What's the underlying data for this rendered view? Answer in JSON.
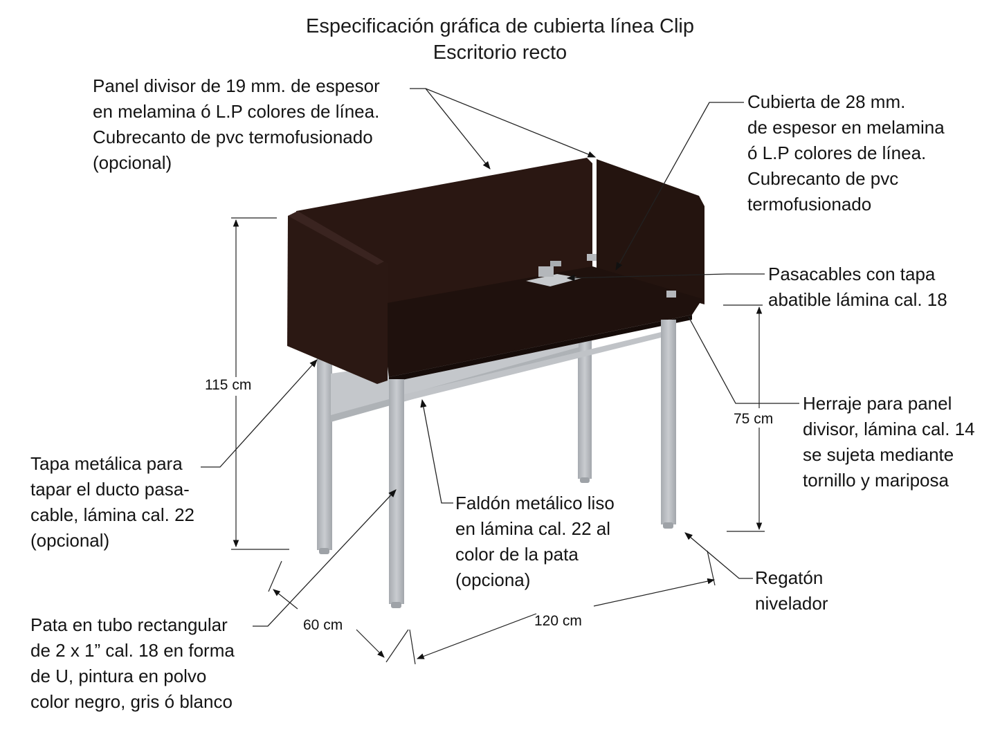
{
  "title": {
    "line1": "Especificación gráfica de cubierta línea Clip",
    "line2": "Escritorio recto"
  },
  "annotations": {
    "panel_divisor": {
      "lines": [
        "Panel divisor de 19 mm. de espesor",
        "en melamina ó L.P colores de línea.",
        "Cubrecanto de pvc termofusionado",
        "(opcional)"
      ]
    },
    "cubierta": {
      "lines": [
        "Cubierta de 28 mm.",
        "de espesor en melamina",
        "ó L.P colores de línea.",
        "Cubrecanto de pvc",
        "termofusionado"
      ]
    },
    "pasacables": {
      "lines": [
        "Pasacables con tapa",
        "abatible lámina cal. 18"
      ]
    },
    "herraje": {
      "lines": [
        "Herraje para panel",
        "divisor, lámina cal. 14",
        "se sujeta mediante",
        "tornillo y mariposa"
      ]
    },
    "tapa_metalica": {
      "lines": [
        "Tapa metálica para",
        "tapar el ducto pasa-",
        "cable, lámina cal. 22",
        "(opcional)"
      ]
    },
    "faldon": {
      "lines": [
        "Faldón metálico liso",
        "en lámina cal. 22 al",
        "color de la pata",
        "(opciona)"
      ]
    },
    "regaton": {
      "lines": [
        "Regatón",
        "nivelador"
      ]
    },
    "pata": {
      "lines": [
        "Pata en tubo rectangular",
        "de 2 x 1” cal. 18 en forma",
        "de U, pintura en polvo",
        "color negro, gris ó blanco"
      ]
    }
  },
  "dimensions": {
    "total_height": "115 cm",
    "desk_height": "75 cm",
    "depth": "60 cm",
    "width": "120 cm"
  },
  "colors": {
    "wood": "#2a1712",
    "wood_dark": "#1e100c",
    "metal": "#b9bcc0",
    "metal_light": "#d2d5d8",
    "line": "#222222"
  }
}
